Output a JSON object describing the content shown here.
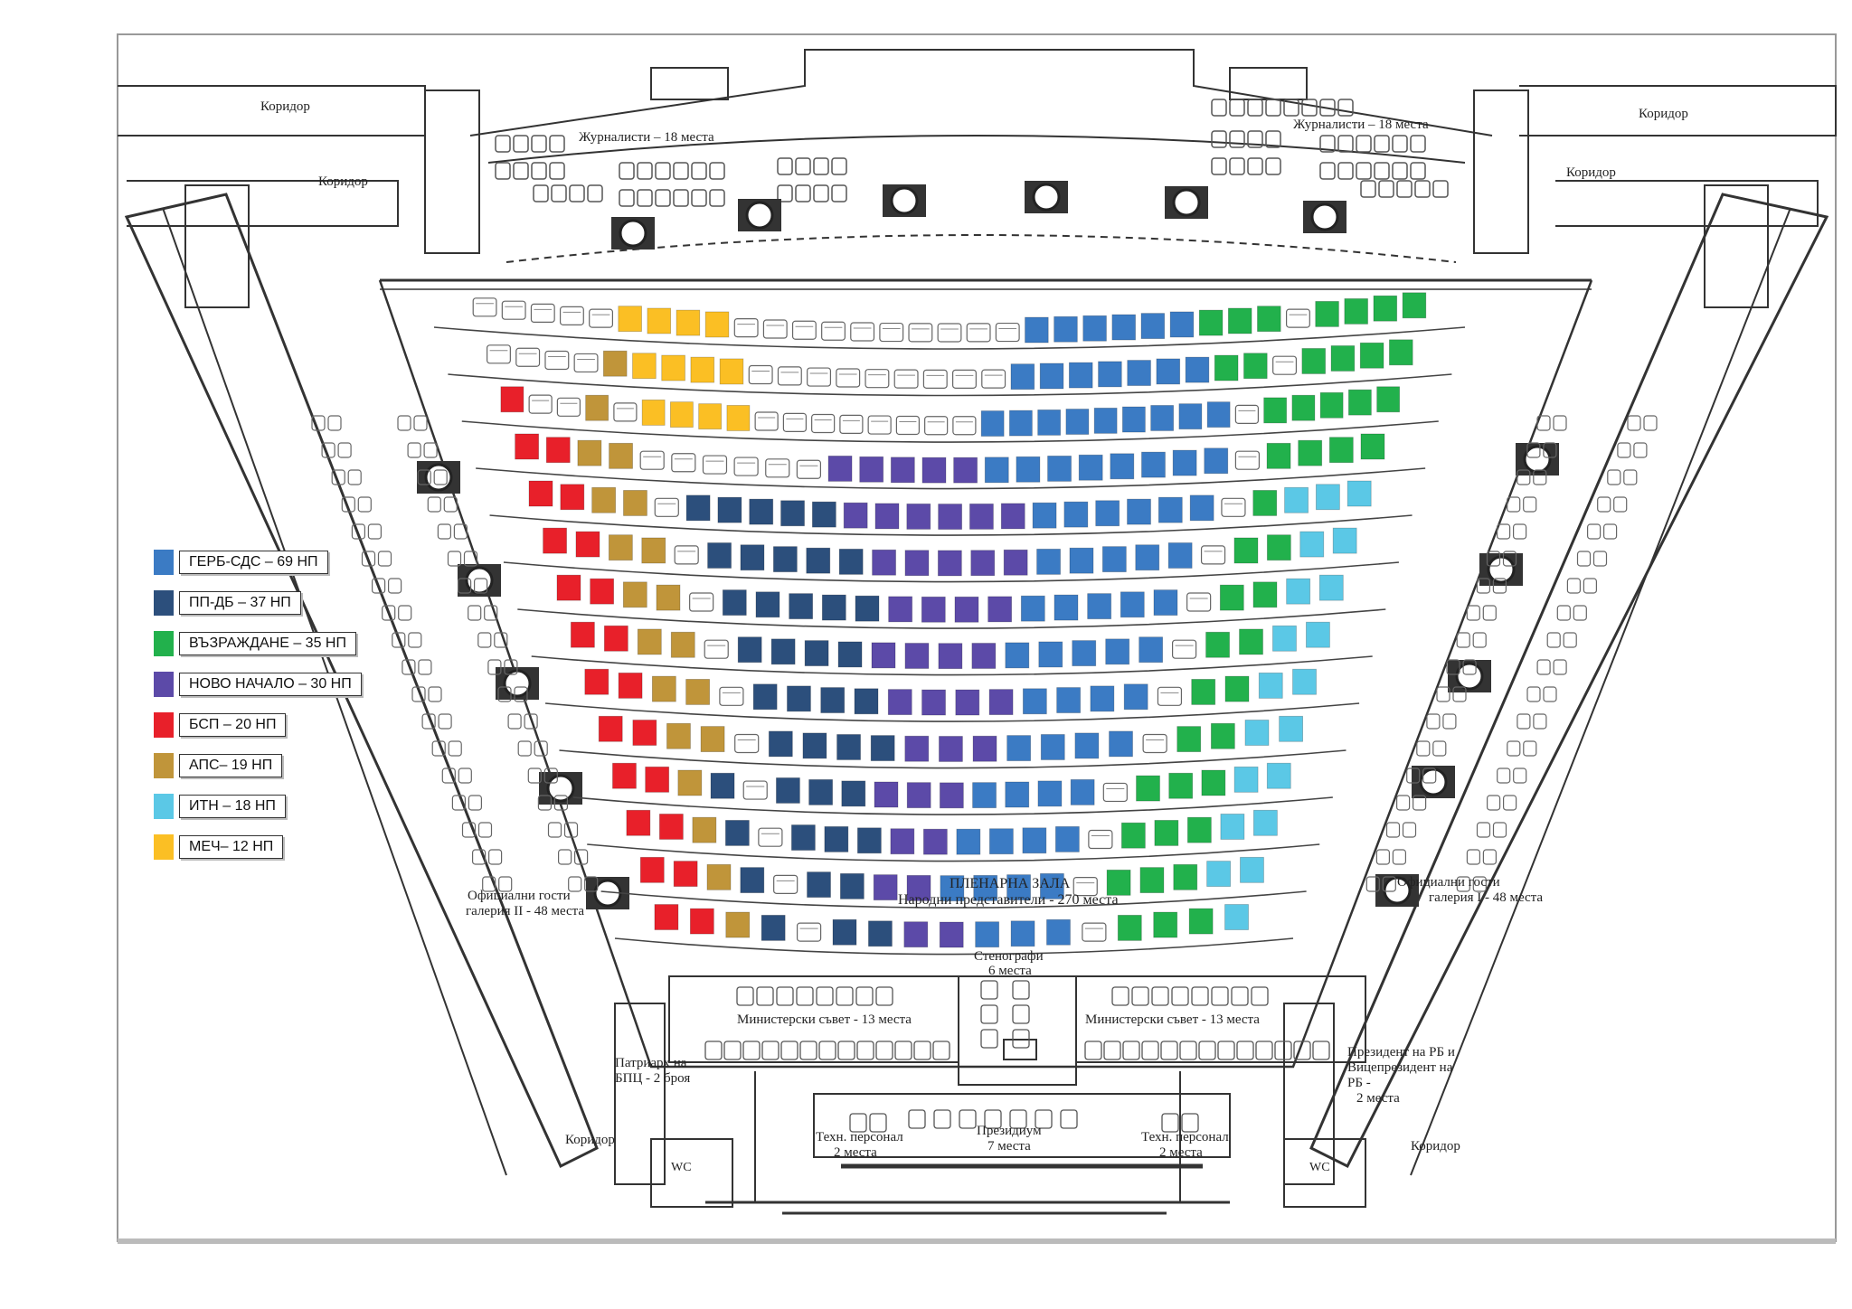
{
  "labels": {
    "corridor": "Коридор",
    "journalists_left": "Журналисти – 18 места",
    "journalists_right": "Журналисти – 18 места",
    "plenary_title": "ПЛЕНАРНА ЗАЛА",
    "plenary_sub": "Народни представители -  270 места",
    "stenographers": "Стенографи",
    "stenographers_sub": "6 места",
    "ministers_left": "Министерски съвет - 13 места",
    "ministers_right": "Министерски съвет - 13 места",
    "guests_left_1": "Официални гости",
    "guests_left_2": "галерия II - 48 места",
    "guests_right_1": "Официални гости",
    "guests_right_2": "галерия I - 48 места",
    "patriarch_1": "Патриарх на",
    "patriarch_2": "БПЦ - 2 броя",
    "president_1": "Президент на РБ и",
    "president_2": "Вицепрезидент на",
    "president_3": "РБ -",
    "president_4": "2 места",
    "tech_left_1": "Техн. персонал",
    "tech_left_2": "2 места",
    "presidium_1": "Президиум",
    "presidium_2": "7 места",
    "tech_right_1": "Техн. персонал",
    "tech_right_2": "2 места",
    "wc": "WC"
  },
  "legend": [
    {
      "label": "ГЕРБ-СДС – 69 НП",
      "color": "#3b7bc4"
    },
    {
      "label": "ПП-ДБ – 37 НП",
      "color": "#2c4f7c"
    },
    {
      "label": "ВЪЗРАЖДАНЕ – 35 НП",
      "color": "#22b14c"
    },
    {
      "label": "НОВО НАЧАЛО – 30 НП",
      "color": "#5c4aa8"
    },
    {
      "label": "БСП – 20 НП",
      "color": "#e8202a"
    },
    {
      "label": "АПС– 19 НП",
      "color": "#c0953a"
    },
    {
      "label": "ИТН – 18 НП",
      "color": "#5bc8e6"
    },
    {
      "label": "МЕЧ– 12 НП",
      "color": "#fbbf24"
    }
  ],
  "rows": [
    [
      "e",
      "e",
      "e",
      "e",
      "e",
      "MEC",
      "MEC",
      "MEC",
      "MEC",
      "e",
      "e",
      "e",
      "e",
      "e",
      "e",
      "e",
      "e",
      "e",
      "e",
      "GERB",
      "GERB",
      "GERB",
      "GERB",
      "GERB",
      "GERB",
      "VAZ",
      "VAZ",
      "VAZ",
      "e",
      "VAZ",
      "VAZ",
      "VAZ",
      "VAZ"
    ],
    [
      "e",
      "e",
      "e",
      "e",
      "APS",
      "MEC",
      "MEC",
      "MEC",
      "MEC",
      "e",
      "e",
      "e",
      "e",
      "e",
      "e",
      "e",
      "e",
      "e",
      "GERB",
      "GERB",
      "GERB",
      "GERB",
      "GERB",
      "GERB",
      "GERB",
      "VAZ",
      "VAZ",
      "e",
      "VAZ",
      "VAZ",
      "VAZ",
      "VAZ"
    ],
    [
      "BSP",
      "e",
      "e",
      "APS",
      "e",
      "MEC",
      "MEC",
      "MEC",
      "MEC",
      "e",
      "e",
      "e",
      "e",
      "e",
      "e",
      "e",
      "e",
      "GERB",
      "GERB",
      "GERB",
      "GERB",
      "GERB",
      "GERB",
      "GERB",
      "GERB",
      "GERB",
      "e",
      "VAZ",
      "VAZ",
      "VAZ",
      "VAZ",
      "VAZ"
    ],
    [
      "BSP",
      "BSP",
      "APS",
      "APS",
      "e",
      "e",
      "e",
      "e",
      "e",
      "e",
      "NN",
      "NN",
      "NN",
      "NN",
      "NN",
      "GERB",
      "GERB",
      "GERB",
      "GERB",
      "GERB",
      "GERB",
      "GERB",
      "GERB",
      "e",
      "VAZ",
      "VAZ",
      "VAZ",
      "VAZ"
    ],
    [
      "BSP",
      "BSP",
      "APS",
      "APS",
      "e",
      "PP",
      "PP",
      "PP",
      "PP",
      "PP",
      "NN",
      "NN",
      "NN",
      "NN",
      "NN",
      "NN",
      "GERB",
      "GERB",
      "GERB",
      "GERB",
      "GERB",
      "GERB",
      "e",
      "VAZ",
      "ITN",
      "ITN",
      "ITN"
    ],
    [
      "BSP",
      "BSP",
      "APS",
      "APS",
      "e",
      "PP",
      "PP",
      "PP",
      "PP",
      "PP",
      "NN",
      "NN",
      "NN",
      "NN",
      "NN",
      "GERB",
      "GERB",
      "GERB",
      "GERB",
      "GERB",
      "e",
      "VAZ",
      "VAZ",
      "ITN",
      "ITN"
    ],
    [
      "BSP",
      "BSP",
      "APS",
      "APS",
      "e",
      "PP",
      "PP",
      "PP",
      "PP",
      "PP",
      "NN",
      "NN",
      "NN",
      "NN",
      "GERB",
      "GERB",
      "GERB",
      "GERB",
      "GERB",
      "e",
      "VAZ",
      "VAZ",
      "ITN",
      "ITN"
    ],
    [
      "BSP",
      "BSP",
      "APS",
      "APS",
      "e",
      "PP",
      "PP",
      "PP",
      "PP",
      "NN",
      "NN",
      "NN",
      "NN",
      "GERB",
      "GERB",
      "GERB",
      "GERB",
      "GERB",
      "e",
      "VAZ",
      "VAZ",
      "ITN",
      "ITN"
    ],
    [
      "BSP",
      "BSP",
      "APS",
      "APS",
      "e",
      "PP",
      "PP",
      "PP",
      "PP",
      "NN",
      "NN",
      "NN",
      "NN",
      "GERB",
      "GERB",
      "GERB",
      "GERB",
      "e",
      "VAZ",
      "VAZ",
      "ITN",
      "ITN"
    ],
    [
      "BSP",
      "BSP",
      "APS",
      "APS",
      "e",
      "PP",
      "PP",
      "PP",
      "PP",
      "NN",
      "NN",
      "NN",
      "GERB",
      "GERB",
      "GERB",
      "GERB",
      "e",
      "VAZ",
      "VAZ",
      "ITN",
      "ITN"
    ],
    [
      "BSP",
      "BSP",
      "APS",
      "PP",
      "e",
      "PP",
      "PP",
      "PP",
      "NN",
      "NN",
      "NN",
      "GERB",
      "GERB",
      "GERB",
      "GERB",
      "e",
      "VAZ",
      "VAZ",
      "VAZ",
      "ITN",
      "ITN"
    ],
    [
      "BSP",
      "BSP",
      "APS",
      "PP",
      "e",
      "PP",
      "PP",
      "PP",
      "NN",
      "NN",
      "GERB",
      "GERB",
      "GERB",
      "GERB",
      "e",
      "VAZ",
      "VAZ",
      "VAZ",
      "ITN",
      "ITN"
    ],
    [
      "BSP",
      "BSP",
      "APS",
      "PP",
      "e",
      "PP",
      "PP",
      "NN",
      "NN",
      "GERB",
      "GERB",
      "GERB",
      "GERB",
      "e",
      "VAZ",
      "VAZ",
      "VAZ",
      "ITN",
      "ITN"
    ],
    [
      "BSP",
      "BSP",
      "APS",
      "PP",
      "e",
      "PP",
      "PP",
      "NN",
      "NN",
      "GERB",
      "GERB",
      "GERB",
      "e",
      "VAZ",
      "VAZ",
      "VAZ",
      "ITN"
    ]
  ],
  "party_colors": {
    "GERB": "#3b7bc4",
    "PP": "#2c4f7c",
    "VAZ": "#22b14c",
    "NN": "#5c4aa8",
    "BSP": "#e8202a",
    "APS": "#c0953a",
    "ITN": "#5bc8e6",
    "MEC": "#fbbf24"
  }
}
